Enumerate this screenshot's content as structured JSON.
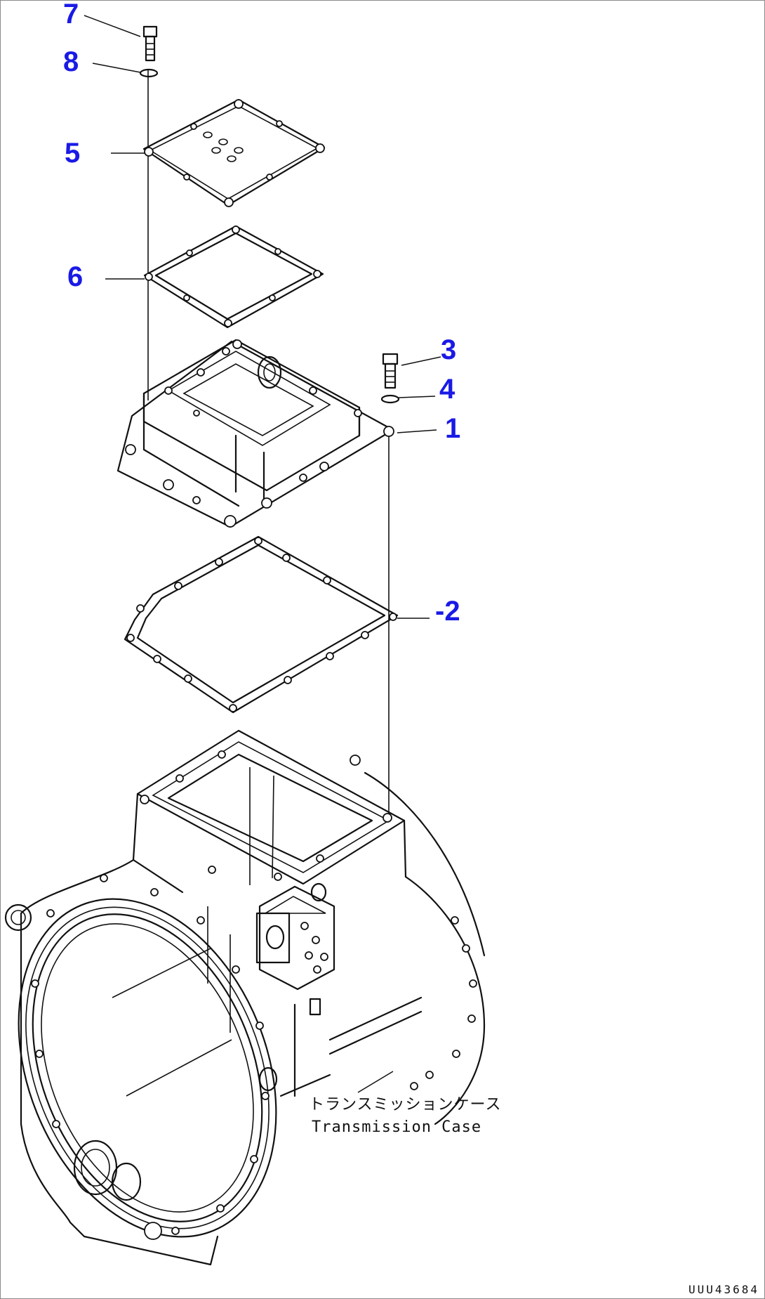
{
  "diagram": {
    "accent_color": "#1a1ae6",
    "callouts": [
      {
        "id": "7",
        "label": "7"
      },
      {
        "id": "8",
        "label": "8"
      },
      {
        "id": "5",
        "label": "5"
      },
      {
        "id": "6",
        "label": "6"
      },
      {
        "id": "3",
        "label": "3"
      },
      {
        "id": "4",
        "label": "4"
      },
      {
        "id": "1",
        "label": "1"
      },
      {
        "id": "2",
        "label": "-2"
      }
    ],
    "case_label_jp": "トランスミッションケース",
    "case_label_en": "Transmission Case",
    "drawing_code": "UUU43684"
  }
}
